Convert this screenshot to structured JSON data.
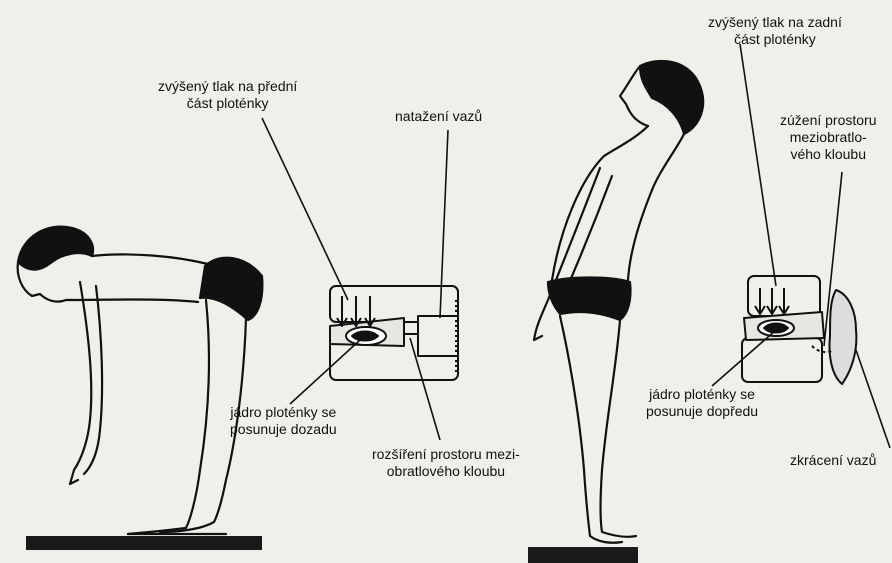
{
  "left_panel": {
    "label_front_pressure": [
      "zvýšený tlak na přední",
      "část ploténky"
    ],
    "label_ligament_stretch": [
      "natažení vazů"
    ],
    "label_nucleus_back": [
      "jádro ploténky se",
      "posunuje dozadu"
    ],
    "label_joint_widening": [
      "rozšíření prostoru mezi-",
      "obratlového kloubu"
    ]
  },
  "right_panel": {
    "label_back_pressure": [
      "zvýšený tlak na zadní",
      "část ploténky"
    ],
    "label_joint_narrowing": [
      "zúžení prostoru",
      "meziobratlo-",
      "vého kloubu"
    ],
    "label_nucleus_forward": [
      "jádro ploténky se",
      "posunuje dopředu"
    ],
    "label_ligament_shortening": [
      "zkrácení vazů"
    ]
  },
  "colors": {
    "paper": "#f1efea",
    "ink": "#111111",
    "floor": "#1a1a1a"
  }
}
